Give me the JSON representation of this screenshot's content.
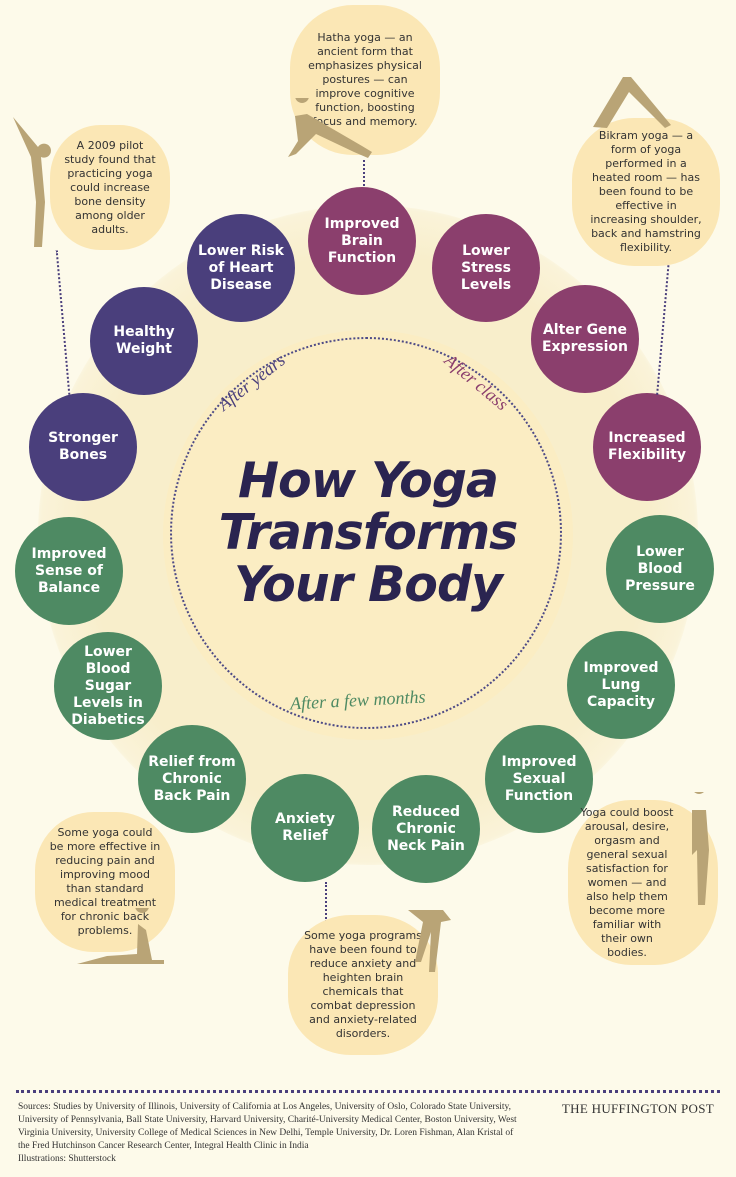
{
  "title": [
    "How Yoga",
    "Transforms",
    "Your Body"
  ],
  "timelines": {
    "years": "After years",
    "class": "After class",
    "months": "After a few months"
  },
  "benefits": [
    {
      "label": "Improved Brain Function",
      "group": "class"
    },
    {
      "label": "Lower Stress Levels",
      "group": "class"
    },
    {
      "label": "Alter Gene Expression",
      "group": "class"
    },
    {
      "label": "Increased Flexibility",
      "group": "class"
    },
    {
      "label": "Lower Blood Pressure",
      "group": "months"
    },
    {
      "label": "Improved Lung Capacity",
      "group": "months"
    },
    {
      "label": "Improved Sexual Function",
      "group": "months"
    },
    {
      "label": "Reduced Chronic Neck Pain",
      "group": "months"
    },
    {
      "label": "Anxiety Relief",
      "group": "months"
    },
    {
      "label": "Relief from Chronic Back Pain",
      "group": "months"
    },
    {
      "label": "Lower Blood Sugar Levels in Diabetics",
      "group": "months"
    },
    {
      "label": "Improved Sense of Balance",
      "group": "months"
    },
    {
      "label": "Stronger Bones",
      "group": "years"
    },
    {
      "label": "Healthy Weight",
      "group": "years"
    },
    {
      "label": "Lower Risk of Heart Disease",
      "group": "years"
    }
  ],
  "colors": {
    "years": "#4a3f7c",
    "class": "#8b3f6d",
    "months": "#4e8a63",
    "title": "#2a2450",
    "callout": "#fbe7b5"
  },
  "callouts": {
    "hatha": "Hatha yoga — an ancient form that emphasizes physical postures — can improve cognitive function, boosting focus and memory.",
    "bones": "A 2009 pilot study found that practicing yoga could increase bone density among older adults.",
    "bikram": "Bikram yoga — a form of yoga performed in a heated room — has been found to be effective in increasing shoulder, back and hamstring flexibility.",
    "back": "Some yoga could be more effective in reducing pain and improving mood than standard medical treatment for chronic back problems.",
    "anxiety": "Some yoga programs have been found to reduce anxiety and heighten brain chemicals that combat depression and anxiety-related disorders.",
    "sexual": "Yoga could boost arousal, desire, orgasm and general sexual satisfaction for women — and also help them become more familiar with their own bodies."
  },
  "footer": {
    "sources": "Sources: Studies by University of Illinois, University of California at Los Angeles, University of Oslo, Colorado State University, University of Pennsylvania, Ball State University, Harvard University, Charité-University Medical Center, Boston University, West Virginia University, University College of Medical Sciences in New Delhi, Temple University, Dr. Loren Fishman, Alan Kristal of the Fred Hutchinson Cancer Research Center, Integral Health Clinic in India",
    "illustrations": "Illustrations: Shutterstock",
    "brand": "THE HUFFINGTON POST"
  }
}
